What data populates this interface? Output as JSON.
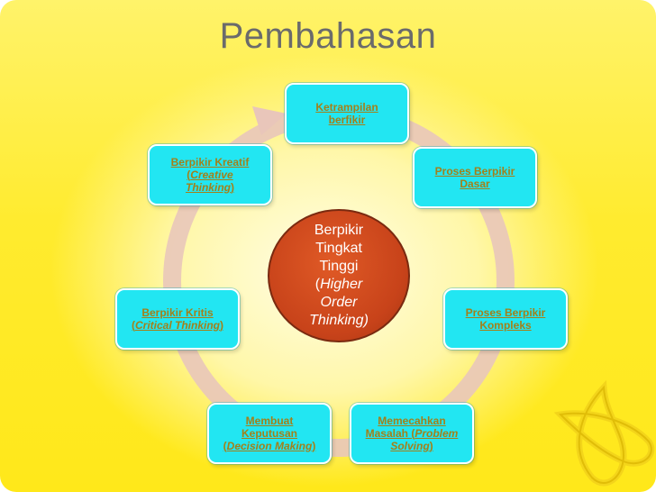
{
  "slide": {
    "title": "Pembahasan"
  },
  "diagram": {
    "center": {
      "line1": "Berpikir",
      "line2": "Tingkat",
      "line3": "Tinggi",
      "line4_open": "(",
      "line4_italic": "Higher",
      "line5": "Order",
      "line6": "Thinking)"
    },
    "nodes": {
      "ketrampilan": {
        "line1": "Ketrampilan",
        "line2": "berfikir"
      },
      "dasar": {
        "line1": "Proses Berpikir",
        "line2": "Dasar"
      },
      "kompleks": {
        "line1": "Proses Berpikir",
        "line2": "Kompleks"
      },
      "memecahkan": {
        "line1": "Memecahkan",
        "line2_text": "Masalah (",
        "line2_italic": "Problem",
        "line3_italic": "Solving",
        "line3_close": ")"
      },
      "membuat": {
        "line1": "Membuat",
        "line2": "Keputusan",
        "line3_open": "(",
        "line3_italic": "Decision Making",
        "line3_close": ")"
      },
      "kritis": {
        "line1": "Berpikir Kritis",
        "line2_open": "(",
        "line2_italic": "Critical Thinking",
        "line2_close": ")"
      },
      "kreatif": {
        "line1": "Berpikir Kreatif",
        "line2_open": "(",
        "line2_italic": "Creative",
        "line3_italic": "Thinking",
        "line3_close": ")"
      }
    }
  },
  "colors": {
    "node_fill": "#22e6f2",
    "node_text": "#a3801a",
    "center_fill": "#c8431a",
    "ring": "#e7c2b6",
    "title": "#6b6b6b"
  }
}
